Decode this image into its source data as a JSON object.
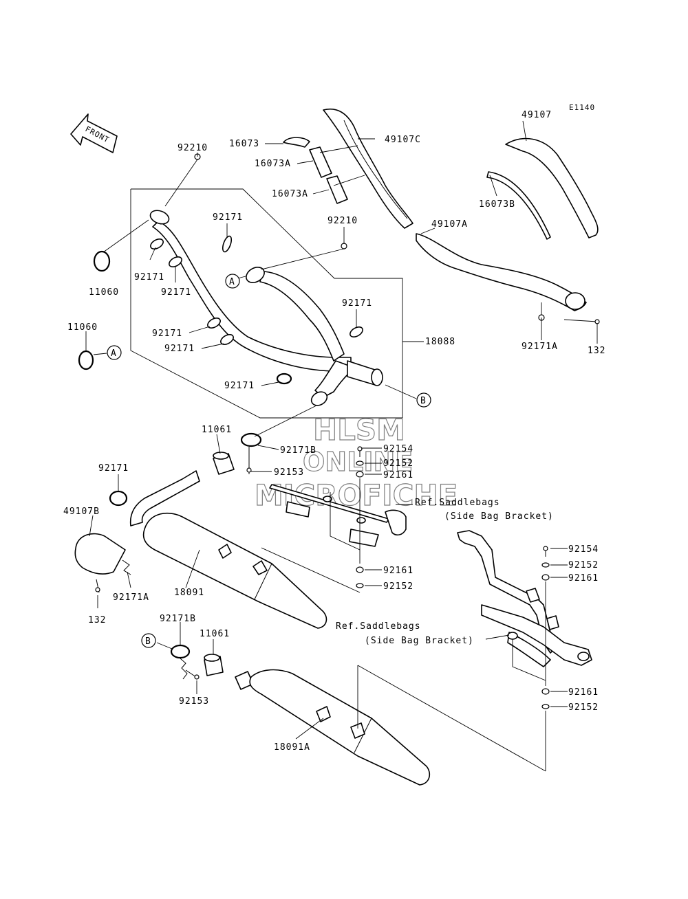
{
  "diagram_code": "E1140",
  "front_label": "FRONT",
  "watermark": [
    "HLSM",
    "ONLINE",
    "MICROFICHE"
  ],
  "callouts": {
    "a": "A",
    "b": "B"
  },
  "references": {
    "upper_line1": "Ref.Saddlebags",
    "upper_line2": "(Side Bag Bracket)",
    "lower_line1": "Ref.Saddlebags",
    "lower_line2": "(Side Bag Bracket)"
  },
  "parts": [
    "92210",
    "16073",
    "16073A",
    "16073A",
    "49107C",
    "49107",
    "16073B",
    "92171",
    "92210",
    "49107A",
    "11060",
    "92171",
    "92171",
    "92171",
    "18088",
    "11060",
    "92171",
    "92171",
    "92171A",
    "132",
    "92171",
    "11061",
    "92171B",
    "92154",
    "92152",
    "92161",
    "92153",
    "92171",
    "49107B",
    "92161",
    "92152",
    "18091",
    "92171A",
    "132",
    "92154",
    "92152",
    "92161",
    "92171B",
    "11061",
    "92153",
    "18091A",
    "92161",
    "92152"
  ]
}
